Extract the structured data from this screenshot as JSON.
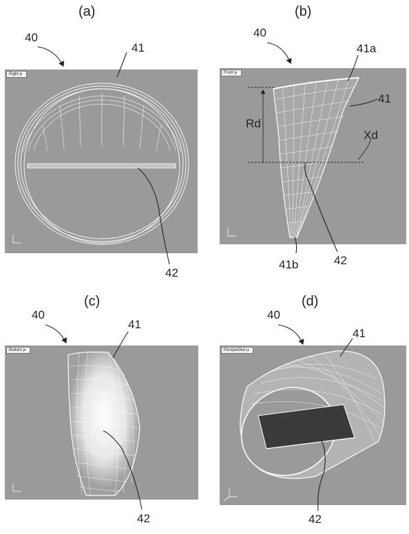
{
  "panels": [
    {
      "label": "(a)",
      "view": "Right",
      "ref_assembly": "40",
      "ref_blade": "41",
      "ref_plate": "42"
    },
    {
      "label": "(b)",
      "view": "Front",
      "ref_assembly": "40",
      "ref_blade": "41",
      "ref_tip": "41a",
      "ref_root": "41b",
      "ref_plate": "42",
      "dim_radius": "Rd",
      "dim_axis": "Xd"
    },
    {
      "label": "(c)",
      "view": "Bottom",
      "ref_assembly": "40",
      "ref_blade": "41",
      "ref_plate": "42"
    },
    {
      "label": "(d)",
      "view": "Perspective",
      "ref_assembly": "40",
      "ref_blade": "41",
      "ref_plate": "42"
    }
  ],
  "colors": {
    "viewport": "#9a9a9a",
    "wire": "#ffffff",
    "leader": "#222222",
    "plate_dark": "#3a3a3a"
  },
  "icons": [
    "axis-triad-icon",
    "dropdown-arrow-icon"
  ]
}
